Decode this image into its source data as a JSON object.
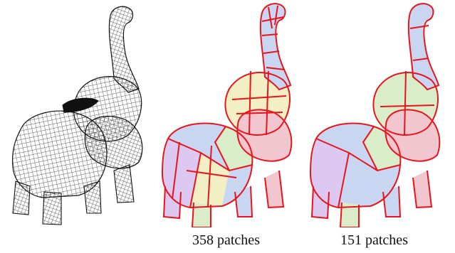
{
  "figure": {
    "panels": [
      {
        "id": "wireframe",
        "caption": ""
      },
      {
        "id": "segmentation-358",
        "caption": "358 patches"
      },
      {
        "id": "segmentation-151",
        "caption": "151 patches"
      }
    ],
    "colors": {
      "wire": "#2a2a2a",
      "boundary": "#e8141c",
      "patch_pink": "#f2c6cf",
      "patch_green": "#d9edc9",
      "patch_blue": "#c9d6f2",
      "patch_yellow": "#f3efc4",
      "patch_lilac": "#dcc8f0"
    }
  }
}
